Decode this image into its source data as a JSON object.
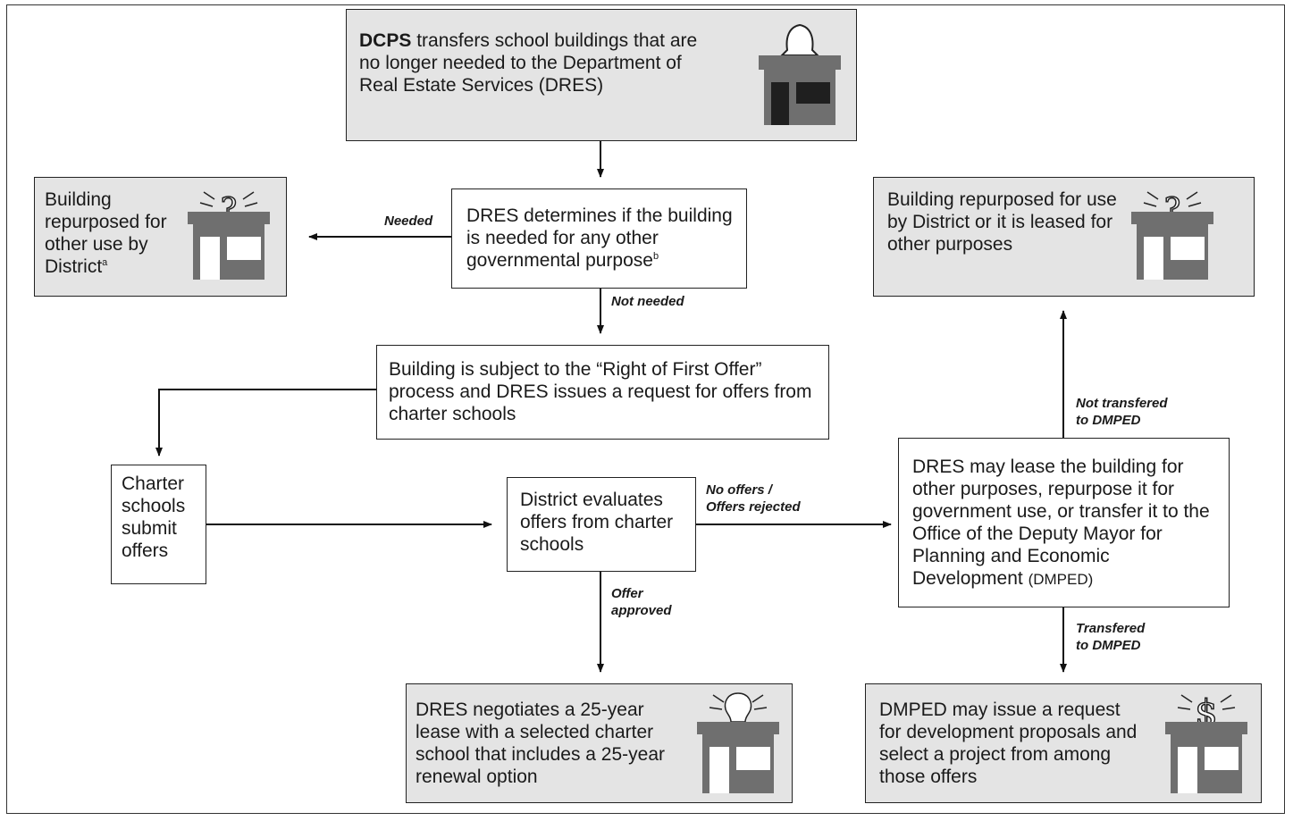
{
  "boxes": {
    "dcps": {
      "bold": "DCPS",
      "text": " transfers school buildings that are no longer needed to the Department of Real Estate Services (DRES)"
    },
    "repurposed_district": {
      "text": "Building repurposed for other use by District",
      "sup": "a"
    },
    "dres_determines": {
      "text": "DRES determines if the building is needed for any other governmental purpose",
      "sup": "b"
    },
    "repurposed_or_leased": {
      "text": "Building repurposed for use by District or it is leased for other purposes"
    },
    "right_of_first_offer": {
      "text": "Building is subject to the “Right of First Offer” process and DRES issues a request for offers from charter schools"
    },
    "charter_submit": {
      "text": "Charter schools submit offers"
    },
    "district_evaluates": {
      "text": "District evaluates offers from charter schools"
    },
    "dres_may_lease": {
      "text": "DRES may lease the building for other purposes, repurpose it for government use, or transfer it to the Office of the Deputy Mayor for Planning and Economic Development",
      "small": "(DMPED)"
    },
    "dres_negotiates": {
      "text": "DRES negotiates a 25-year lease with a selected charter school that includes a 25-year renewal option"
    },
    "dmped_issue": {
      "text": "DMPED may issue a request for development proposals and select a project from among those offers"
    }
  },
  "edge_labels": {
    "needed": "Needed",
    "not_needed": "Not needed",
    "no_offers_1": "No offers /",
    "no_offers_2": "Offers rejected",
    "offer_approved_1": "Offer",
    "offer_approved_2": "approved",
    "not_transfered_1": "Not transfered",
    "not_transfered_2": "to DMPED",
    "transfered_1": "Transfered",
    "transfered_2": "to DMPED"
  },
  "icons": [
    "bell-building-icon",
    "question-building-icon",
    "lightbulb-building-icon",
    "dollar-building-icon"
  ],
  "colors": {
    "box_fill": "#e4e4e4",
    "icon_gray": "#6f6f6f",
    "icon_dark": "#1f1f1f"
  }
}
